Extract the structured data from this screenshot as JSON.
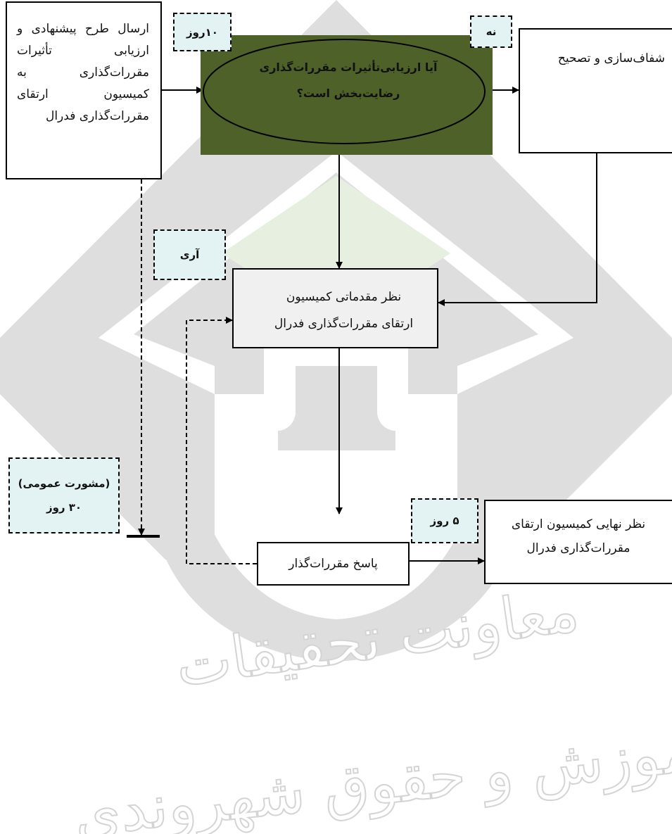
{
  "boxes": {
    "submit_proposal": "ارسال طرح پیشنهادی و ارزیابی تأثیرات مقررات‌گذاری به کمیسیون ارتقای مقررات‌گذاری فدرال",
    "decision_question": "آیا ارزیابی‌تأثیرات مقررات‌گذاری رضایت‌بخش است؟",
    "clarify_correct": "شفاف‌سازی و تصحیح",
    "preliminary_opinion": "نظر مقدماتی کمیسیون ارتقای مقررات‌گذاری فدرال",
    "regulator_response": "پاسخ مقررات‌گذار",
    "final_opinion": "نظر نهایی کمیسیون ارتقای مقررات‌گذاری فدرال"
  },
  "labels": {
    "ten_days": "۱۰روز",
    "no": "نه",
    "yes": "آری",
    "public_consultation": "(مشورت عمومی)",
    "thirty_days": "۳۰ روز",
    "five_days": "۵ روز"
  },
  "watermark": {
    "line1": "معاونت تحقیقات",
    "line2": "آموزش و حقوق شهروندی"
  },
  "colors": {
    "decision_fill": "#4d6129",
    "watermark_gray": "#dedede",
    "watermark_green": "#e6efe0",
    "label_fill": "#e3f3f3"
  }
}
